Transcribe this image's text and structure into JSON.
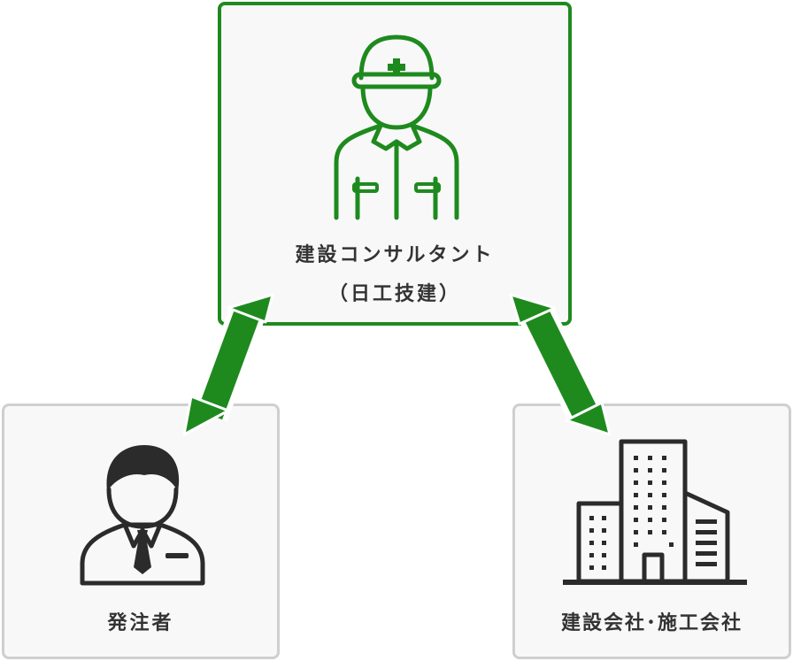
{
  "consultant": {
    "title": "建設コンサルタント",
    "subtitle": "（日工技建）",
    "icon": "construction-worker-icon"
  },
  "client": {
    "title": "発注者",
    "icon": "businessman-icon"
  },
  "contractor": {
    "title": "建設会社･施工会社",
    "icon": "office-building-icon"
  },
  "colors": {
    "accent": "#1e8a1e",
    "dark": "#2b2b2b",
    "border": "#cfcfcf",
    "box_bg": "#f8f8f8"
  }
}
